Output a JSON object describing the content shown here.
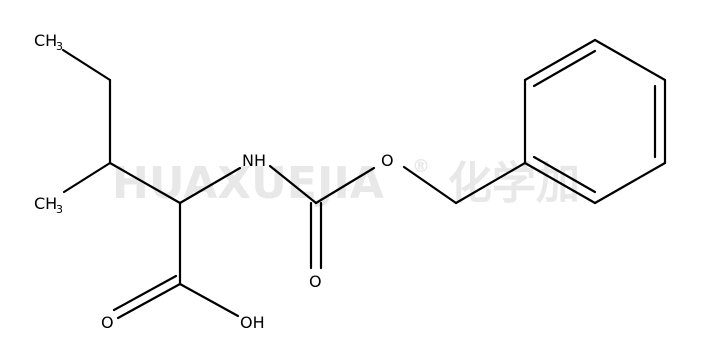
{
  "watermark": {
    "text": "HUAXUEJIA",
    "mark": "®",
    "cn": "化学加"
  },
  "labels": {
    "ch3_top": "CH",
    "ch3_top_sub": "3",
    "ch3_left": "CH",
    "ch3_left_sub": "3",
    "nh": "NH",
    "o_ester": "O",
    "o_carbonyl": "O",
    "o_acid": "O",
    "oh": "OH"
  }
}
